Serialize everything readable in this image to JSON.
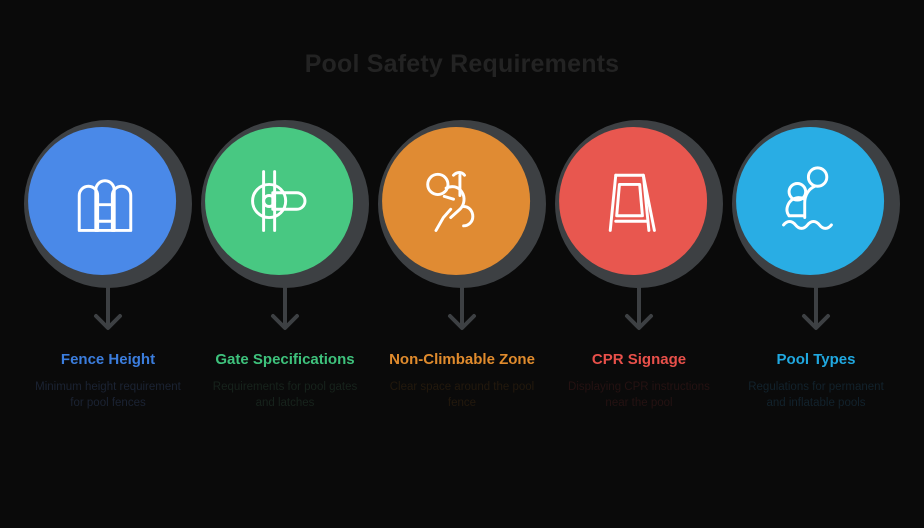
{
  "page": {
    "title": "Pool Safety Requirements",
    "background_color": "#0a0a0a",
    "title_color": "#232323",
    "connector_color": "#3d4043"
  },
  "columns": [
    {
      "id": "fence-height",
      "icon": "fence-icon",
      "circle_color": "#4a89e8",
      "ring_color": "#3d4043",
      "heading": "Fence Height",
      "heading_color": "#3b7ddd",
      "body": "Minimum height requirement for pool fences"
    },
    {
      "id": "gate-specifications",
      "icon": "gate-latch-icon",
      "circle_color": "#48c882",
      "ring_color": "#3d4043",
      "heading": "Gate Specifications",
      "heading_color": "#3ec27c",
      "body": "Requirements for pool gates and latches"
    },
    {
      "id": "non-climbable-zone",
      "icon": "climbing-person-icon",
      "circle_color": "#e08b33",
      "ring_color": "#3d4043",
      "heading": "Non-Climbable Zone",
      "heading_color": "#e08b2d",
      "body": "Clear space around the pool fence"
    },
    {
      "id": "cpr-signage",
      "icon": "a-frame-sign-icon",
      "circle_color": "#e8574f",
      "ring_color": "#3d4043",
      "heading": "CPR Signage",
      "heading_color": "#e8504a",
      "body": "Displaying CPR instructions near the pool"
    },
    {
      "id": "pool-types",
      "icon": "swimmers-icon",
      "circle_color": "#29ade4",
      "ring_color": "#3d4043",
      "heading": "Pool Types",
      "heading_color": "#20a8e0",
      "body": "Regulations for permanent and inflatable pools"
    }
  ]
}
